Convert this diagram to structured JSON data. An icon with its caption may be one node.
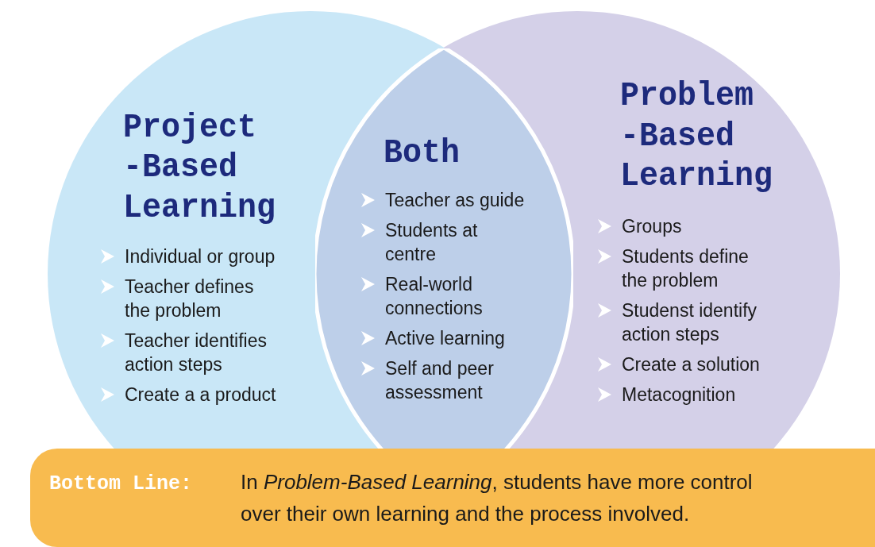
{
  "diagram": {
    "nodes": [
      {
        "text": [
          "Project -Based Learning",
          "Individual or group",
          "Teacher defines the problem",
          "Teacher identifies action steps",
          "Create a a product"
        ]
      },
      {
        "text": [
          "Problem -Based Learning",
          "Groups",
          "Students define the problem",
          "Studenst identify action steps",
          "Create a solution",
          "Metacognition"
        ]
      },
      {
        "text": [
          "Both",
          "Teacher as guide",
          "Students at centre",
          "Real-world connections",
          "Active learning",
          "Self and peer assessment"
        ]
      },
      {
        "text": [
          "Bottom Line:",
          "In *Problem-Based Learning*, students have more control over their own learning and the process involved."
        ]
      }
    ]
  }
}
